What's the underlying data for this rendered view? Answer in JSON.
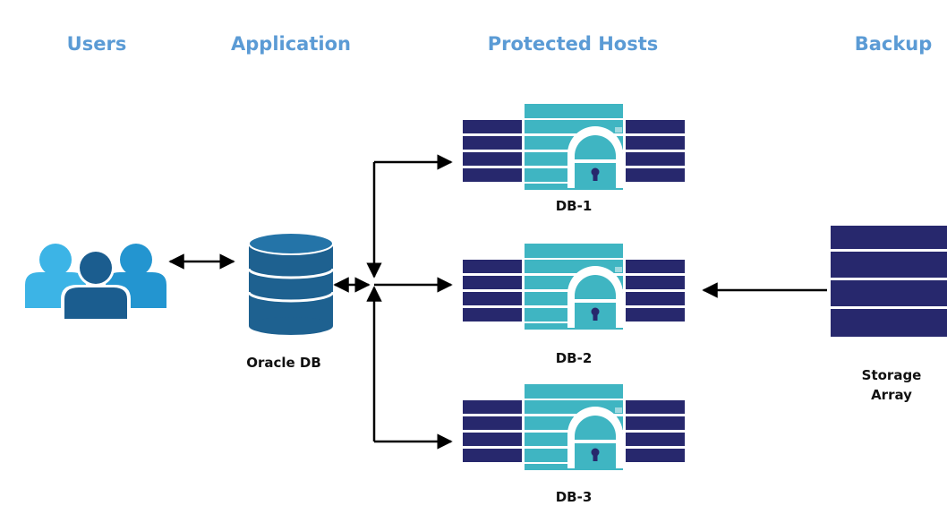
{
  "headers": {
    "users": "Users",
    "application": "Application",
    "protected_hosts": "Protected Hosts",
    "backup": "Backup"
  },
  "nodes": {
    "oracle_db": "Oracle DB",
    "db1": "DB-1",
    "db2": "DB-2",
    "db3": "DB-3",
    "storage_line1": "Storage",
    "storage_line2": "Array"
  },
  "icons": {
    "users": "users-group-icon",
    "oracle_db": "database-icon",
    "protected_host": "protected-server-lock-icon",
    "storage": "storage-array-icon"
  },
  "colors": {
    "header": "#5b9bd5",
    "navy": "#27286d",
    "teal": "#3fb5c2",
    "db_blue": "#1e6190",
    "user_light": "#3cb4e6",
    "user_mid": "#2395d0",
    "user_dark": "#1b5d8f"
  }
}
